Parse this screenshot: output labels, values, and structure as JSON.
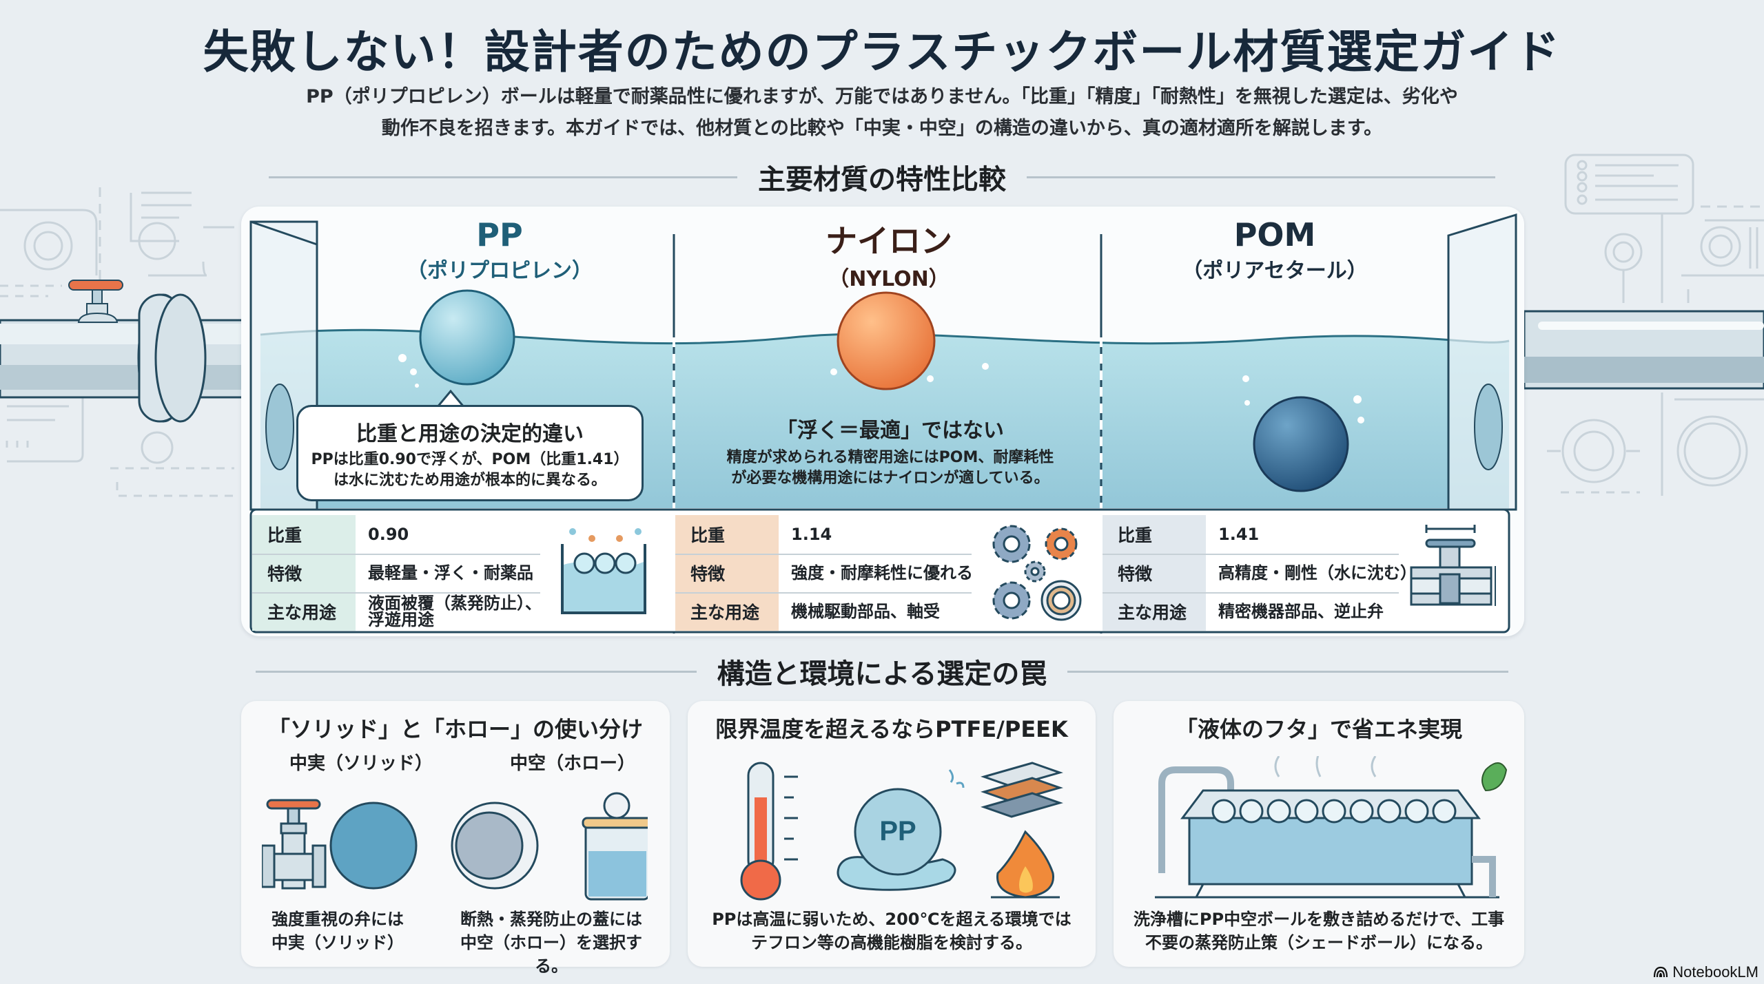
{
  "header": {
    "title": "失敗しない！設計者のためのプラスチックボール材質選定ガイド",
    "subtitle_line1": "PP（ポリプロピレン）ボールは軽量で耐薬品性に優れますが、万能ではありません。「比重」「精度」「耐熱性」を無視した選定は、劣化や",
    "subtitle_line2": "動作不良を招きます。本ガイドでは、他材質との比較や「中実・中空」の構造の違いから、真の適材適所を解説します。"
  },
  "comparison": {
    "section_title": "主要材質の特性比較",
    "materials": [
      {
        "name": "PP",
        "sub": "（ポリプロピレン）",
        "color": "#1f5f78",
        "ball_color": "#7fc4d8",
        "behavior": "floats",
        "specs": {
          "gravity_label": "比重",
          "gravity": "0.90",
          "feature_label": "特徴",
          "feature": "最軽量・浮く・耐薬品",
          "use_label": "主な用途",
          "use_line1": "液面被覆（蒸発防止）、",
          "use_line2": "浮遊用途"
        },
        "label_bg": "#dceee9",
        "icon": "tank-with-floating-balls-icon"
      },
      {
        "name": "ナイロン",
        "sub": "（NYLON）",
        "color": "#3a1f18",
        "ball_color": "#f08a4a",
        "behavior": "floats-partially",
        "specs": {
          "gravity_label": "比重",
          "gravity": "1.14",
          "feature_label": "特徴",
          "feature": "強度・耐摩耗性に優れる",
          "use_label": "主な用途",
          "use_line1": "機械駆動部品、軸受",
          "use_line2": ""
        },
        "label_bg": "#f6dcc6",
        "icon": "gears-and-bearing-icon"
      },
      {
        "name": "POM",
        "sub": "（ポリアセタール）",
        "color": "#1c2e3e",
        "ball_color": "#2f6690",
        "behavior": "sinks",
        "specs": {
          "gravity_label": "比重",
          "gravity": "1.41",
          "feature_label": "特徴",
          "feature": "高精度・剛性（水に沈む）",
          "use_label": "主な用途",
          "use_line1": "精密機器部品、逆止弁",
          "use_line2": ""
        },
        "label_bg": "#e1e8ee",
        "icon": "check-valve-cross-section-icon"
      }
    ],
    "callout": {
      "heading": "比重と用途の決定的違い",
      "body_line1": "PPは比重0.90で浮くが、POM（比重1.41）",
      "body_line2": "は水に沈むため用途が根本的に異なる。"
    },
    "middle_note": {
      "heading": "「浮く＝最適」ではない",
      "body_line1": "精度が求められる精密用途にはPOM、耐摩耗性",
      "body_line2": "が必要な機構用途にはナイロンが適している。"
    }
  },
  "traps": {
    "section_title": "構造と環境による選定の罠",
    "cards": [
      {
        "heading": "「ソリッド」と「ホロー」の使い分け",
        "left_label": "中実（ソリッド）",
        "right_label": "中空（ホロー）",
        "left_body_line1": "強度重視の弁には",
        "left_body_line2": "中実（ソリッド）",
        "right_body_line1": "断熱・蒸発防止の蓋には",
        "right_body_line2": "中空（ホロー）を選択する。"
      },
      {
        "heading": "限界温度を超えるならPTFE/PEEK",
        "ball_label": "PP",
        "body_line1": "PPは高温に弱いため、200℃を超える環境では",
        "body_line2": "テフロン等の高機能樹脂を検討する。"
      },
      {
        "heading": "「液体のフタ」で省エネ実現",
        "body_line1": "洗浄槽にPP中空ボールを敷き詰めるだけで、工事",
        "body_line2": "不要の蒸発防止策（シェードボール）になる。"
      }
    ]
  },
  "footer": {
    "brand": "NotebookLM"
  },
  "colors": {
    "background": "#e9eef2",
    "water": "#a9d8e4",
    "outline": "#244a5e",
    "accent_orange": "#e8744a"
  }
}
